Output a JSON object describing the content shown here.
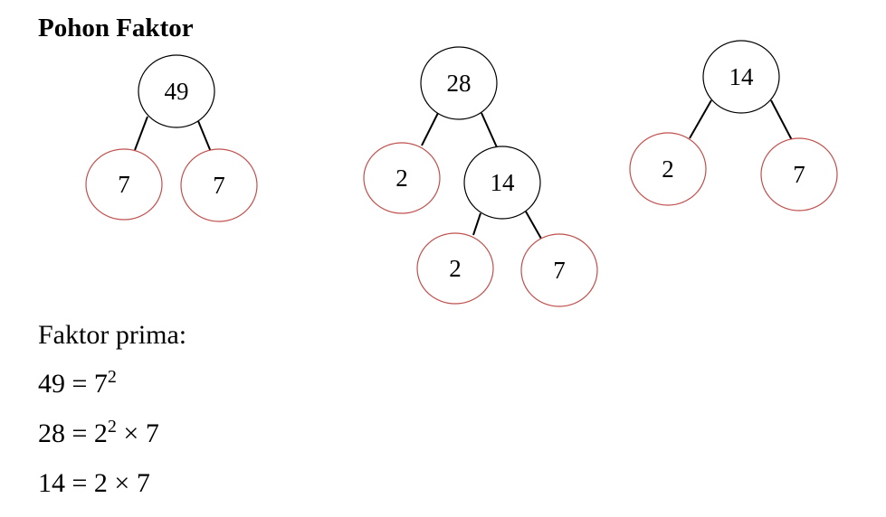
{
  "title": "Pohon Faktor",
  "colors": {
    "node_border": "#000000",
    "prime_border": "#c0504d",
    "edge": "#000000"
  },
  "trees": [
    {
      "nodes": [
        {
          "id": "a",
          "label": "49",
          "prime": false
        },
        {
          "id": "b",
          "label": "7",
          "prime": true
        },
        {
          "id": "c",
          "label": "7",
          "prime": true
        }
      ],
      "edges": [
        [
          "a",
          "b"
        ],
        [
          "a",
          "c"
        ]
      ]
    },
    {
      "nodes": [
        {
          "id": "a",
          "label": "28",
          "prime": false
        },
        {
          "id": "b",
          "label": "2",
          "prime": true
        },
        {
          "id": "c",
          "label": "14",
          "prime": false
        },
        {
          "id": "d",
          "label": "2",
          "prime": true
        },
        {
          "id": "e",
          "label": "7",
          "prime": true
        }
      ],
      "edges": [
        [
          "a",
          "b"
        ],
        [
          "a",
          "c"
        ],
        [
          "c",
          "d"
        ],
        [
          "c",
          "e"
        ]
      ]
    },
    {
      "nodes": [
        {
          "id": "a",
          "label": "14",
          "prime": false
        },
        {
          "id": "b",
          "label": "2",
          "prime": true
        },
        {
          "id": "c",
          "label": "7",
          "prime": true
        }
      ],
      "edges": [
        [
          "a",
          "b"
        ],
        [
          "a",
          "c"
        ]
      ]
    }
  ],
  "factorization": {
    "heading": "Faktor prima:",
    "rows": [
      {
        "lhs": "49",
        "eq": "=",
        "base1": "7",
        "exp1": "2",
        "times": "",
        "factor2": ""
      },
      {
        "lhs": "28",
        "eq": "=",
        "base1": "2",
        "exp1": "2",
        "times": "×",
        "factor2": "7"
      },
      {
        "lhs": "14",
        "eq": "=",
        "base1": "2",
        "exp1": "",
        "times": "×",
        "factor2": "7"
      }
    ]
  }
}
